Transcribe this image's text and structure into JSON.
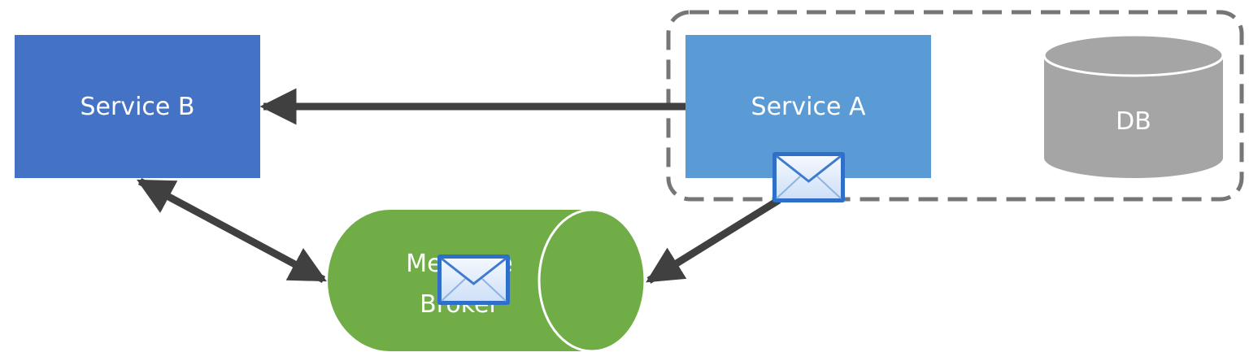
{
  "nodes": {
    "service_b": {
      "label": "Service B"
    },
    "service_a": {
      "label": "Service A"
    },
    "db": {
      "label": "DB"
    },
    "broker": {
      "label_line1": "Message",
      "label_line2": "Broker"
    }
  },
  "colors": {
    "service_b": "#4472c4",
    "service_a": "#5b9bd5",
    "db": "#a5a5a5",
    "broker": "#70ad47",
    "arrow": "#404040",
    "boundary": "#767676",
    "envelope_frame": "#2f6fc7"
  },
  "icons": {
    "envelope_on_service_a": "envelope-icon",
    "envelope_on_broker": "envelope-icon"
  }
}
